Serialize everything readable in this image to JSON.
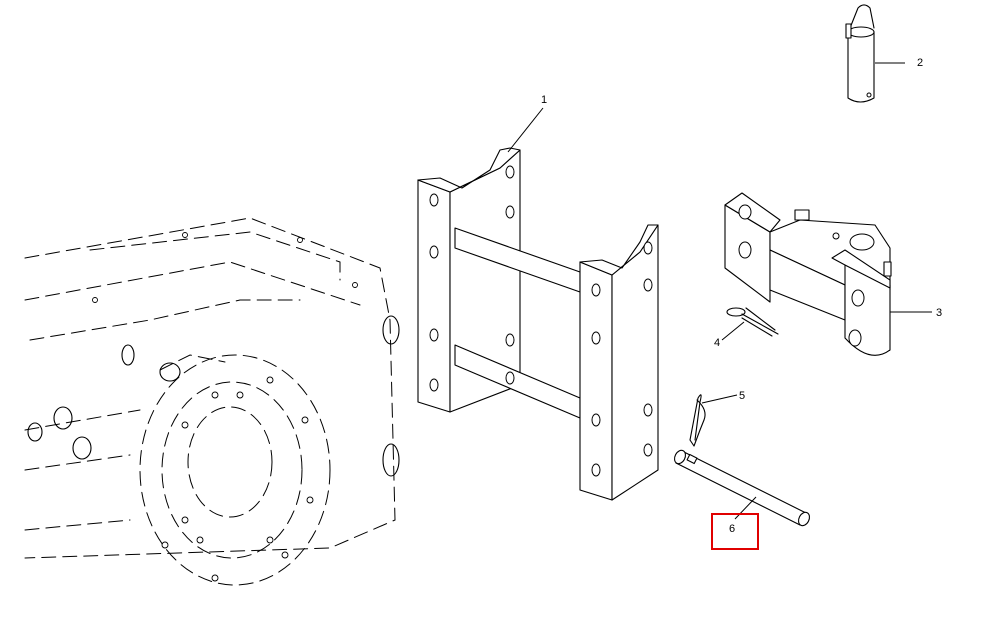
{
  "callouts": {
    "c1": "1",
    "c2": "2",
    "c3": "3",
    "c4": "4",
    "c5": "5",
    "c6": "6"
  },
  "highlight": {
    "callout": "6",
    "color": "#e00000"
  }
}
